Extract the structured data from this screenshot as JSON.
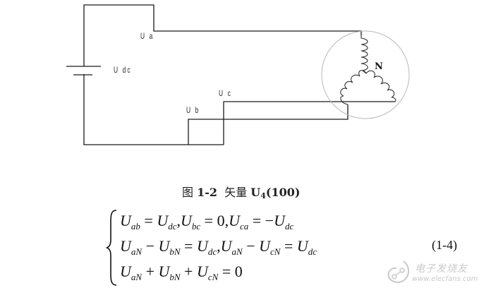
{
  "figure": {
    "type": "circuit-diagram",
    "labels": {
      "ua": "U a",
      "ub": "U b",
      "uc": "U c",
      "udc": "U dc",
      "neutral": "N"
    },
    "caption": {
      "figure_prefix": "图",
      "figure_number": "1-2",
      "title": "矢量",
      "vector_symbol": "U",
      "vector_subscript": "4",
      "vector_state": "(100)"
    }
  },
  "equations": {
    "number": "(1-4)",
    "lines": [
      {
        "parts": [
          {
            "var": "U",
            "sub": "ab"
          },
          {
            "op": " = "
          },
          {
            "var": "U",
            "sub": "dc"
          },
          {
            "op": ","
          },
          {
            "var": "U",
            "sub": "bc"
          },
          {
            "op": " = 0,"
          },
          {
            "var": "U",
            "sub": "ca"
          },
          {
            "op": " = −"
          },
          {
            "var": "U",
            "sub": "dc"
          }
        ],
        "text": "U_ab = U_dc, U_bc = 0, U_ca = −U_dc"
      },
      {
        "parts": [
          {
            "var": "U",
            "sub": "aN"
          },
          {
            "op": " − "
          },
          {
            "var": "U",
            "sub": "bN"
          },
          {
            "op": " = "
          },
          {
            "var": "U",
            "sub": "dc"
          },
          {
            "op": ","
          },
          {
            "var": "U",
            "sub": "aN"
          },
          {
            "op": " − "
          },
          {
            "var": "U",
            "sub": "cN"
          },
          {
            "op": " = "
          },
          {
            "var": "U",
            "sub": "dc"
          }
        ],
        "text": "U_aN − U_bN = U_dc, U_aN − U_cN = U_dc"
      },
      {
        "parts": [
          {
            "var": "U",
            "sub": "aN"
          },
          {
            "op": " + "
          },
          {
            "var": "U",
            "sub": "bN"
          },
          {
            "op": " + "
          },
          {
            "var": "U",
            "sub": "cN"
          },
          {
            "op": " = 0"
          }
        ],
        "text": "U_aN + U_bN + U_cN = 0"
      }
    ]
  },
  "watermark": {
    "name": "电子发烧友",
    "url": "www.elecfans.com"
  },
  "colors": {
    "wire": "#1a1a1a",
    "motor_circle": "#b8b8b8",
    "watermark": "#c9c9c9"
  }
}
